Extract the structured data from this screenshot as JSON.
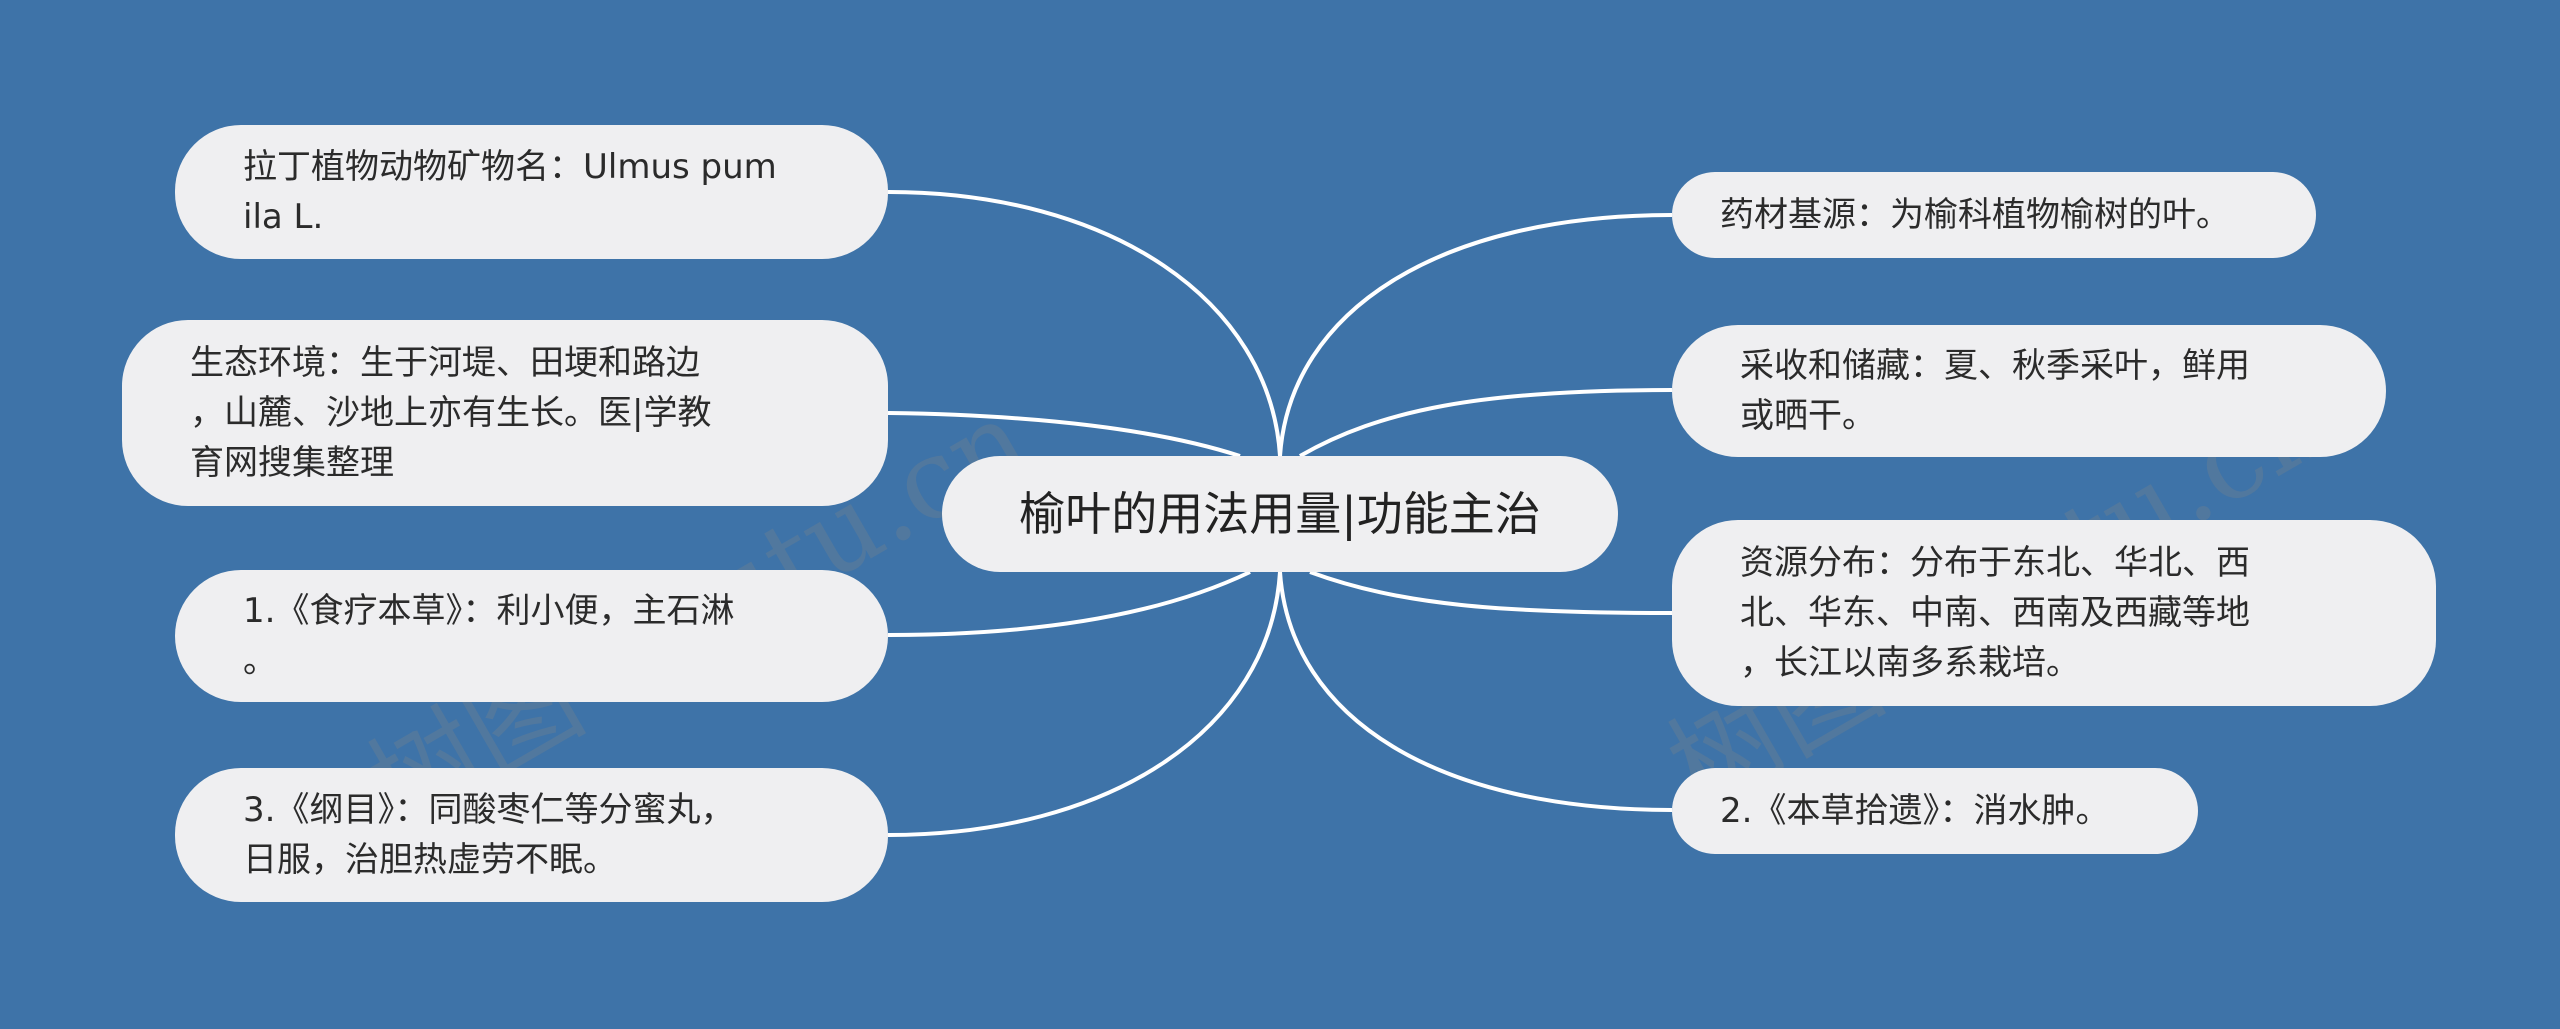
{
  "center": {
    "label": "榆叶的用法用量|功能主治"
  },
  "left_nodes": [
    {
      "label": "拉丁植物动物矿物名：Ulmus pum\nila L."
    },
    {
      "label": "生态环境：生于河堤、田埂和路边\n，山麓、沙地上亦有生长。医|学教\n育网搜集整理"
    },
    {
      "label": "1.《食疗本草》：利小便，主石淋\n。"
    },
    {
      "label": "3.《纲目》：同酸枣仁等分蜜丸，\n日服，治胆热虚劳不眠。"
    }
  ],
  "right_nodes": [
    {
      "label": "药材基源：为榆科植物榆树的叶。"
    },
    {
      "label": "采收和储藏：夏、秋季采叶，鲜用\n或晒干。"
    },
    {
      "label": "资源分布：分布于东北、华北、西\n北、华东、中南、西南及西藏等地\n，长江以南多系栽培。"
    },
    {
      "label": "2.《本草拾遗》：消水肿。"
    }
  ],
  "watermarks": [
    "树图 shutu.cn",
    "树图 shutu.cn"
  ],
  "colors": {
    "background": "#3e73a8",
    "node_fill": "#efeff1",
    "connector": "#ffffff",
    "text": "#2b2b2b"
  }
}
